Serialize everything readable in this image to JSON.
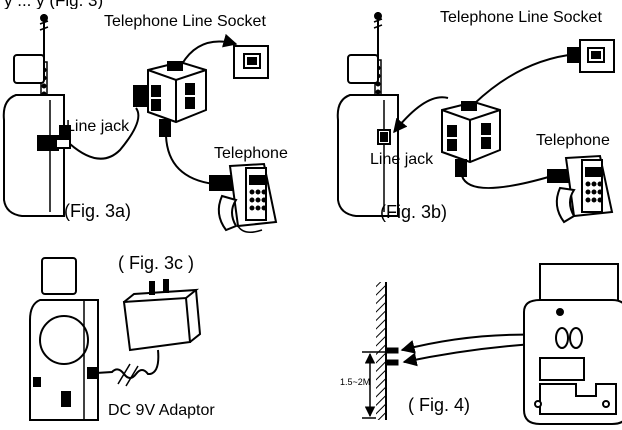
{
  "top_cut_text": "y          ...          y            (Fig. 3)",
  "fig3a": {
    "socket_label": "Telephone Line Socket",
    "jack_label": "Line jack",
    "phone_label": "Telephone",
    "caption": "(Fig. 3a)"
  },
  "fig3b": {
    "socket_label": "Telephone Line Socket",
    "jack_label": "Line jack",
    "phone_label": "Telephone",
    "caption": "(Fig. 3b)"
  },
  "fig3c": {
    "caption": "( Fig. 3c )",
    "adaptor_label": "DC 9V Adaptor"
  },
  "fig4": {
    "caption": "( Fig. 4)",
    "height_label": "1.5~2M"
  }
}
